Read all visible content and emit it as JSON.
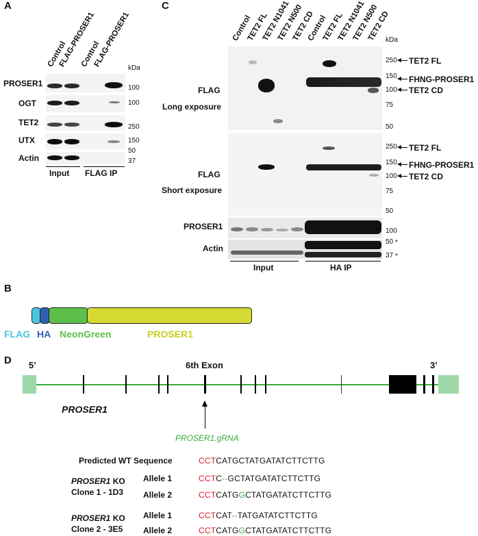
{
  "panelA": {
    "letter": "A",
    "lanes": [
      "Control",
      "FLAG-PROSER1",
      "Control",
      "FLAG-PROSER1"
    ],
    "kda": "kDa",
    "rows": [
      {
        "label": "PROSER1",
        "marker": "100"
      },
      {
        "label": "OGT",
        "marker": "100"
      },
      {
        "label": "TET2",
        "marker": "250"
      },
      {
        "label": "UTX",
        "marker": "150"
      },
      {
        "label": "Actin",
        "marker": "37"
      }
    ],
    "extra_marker": "50",
    "groups": [
      "Input",
      "FLAG IP"
    ]
  },
  "panelC": {
    "letter": "C",
    "lanes": [
      "Control",
      "TET2 FL",
      "TET2 N1041",
      "TET2 N500",
      "TET2 CD",
      "Control",
      "TET2 FL",
      "TET2 N1041",
      "TET2 N500",
      "TET2 CD"
    ],
    "kda": "kDa",
    "long": {
      "label": "FLAG",
      "sublabel": "Long exposure",
      "markers": [
        "250",
        "150",
        "100",
        "75",
        "50"
      ]
    },
    "short": {
      "label": "FLAG",
      "sublabel": "Short exposure",
      "markers": [
        "250",
        "150",
        "100",
        "75",
        "50"
      ]
    },
    "annot": [
      "TET2 FL",
      "FHNG-PROSER1",
      "TET2 CD"
    ],
    "proser": {
      "label": "PROSER1",
      "marker": "100"
    },
    "actin": {
      "label": "Actin",
      "markers": [
        "50",
        "37"
      ],
      "star": "*"
    },
    "groups": [
      "Input",
      "HA IP"
    ]
  },
  "panelB": {
    "letter": "B",
    "domains": [
      "FLAG",
      "HA",
      "NeonGreen",
      "PROSER1"
    ],
    "colors": {
      "flag": "#4cc4dc",
      "ha": "#2f5fb0",
      "neongreen": "#5cbf4a",
      "proser1": "#d4da32"
    }
  },
  "panelD": {
    "letter": "D",
    "five": "5’",
    "three": "3’",
    "exon_label": "6th Exon",
    "gene": "PROSER1",
    "grna": "PROSER1.gRNA",
    "wt_label": "Predicted WT Sequence",
    "wt_seq": {
      "pam": "CCT",
      "rest": "CATGCTATGATATCTTCTTG"
    },
    "clones": [
      {
        "ko": "PROSER1",
        "ko_suffix": " KO",
        "name": "Clone 1 - 1D3",
        "alleles": [
          {
            "label": "Allele 1",
            "pam": "CCT",
            "pre": "C",
            "mut": "--",
            "post": "GCTATGATATCTTCTTG"
          },
          {
            "label": "Allele 2",
            "pam": "CCT",
            "pre": "CATG",
            "mut": "G",
            "post": "CTATGATATCTTCTTG"
          }
        ]
      },
      {
        "ko": "PROSER1",
        "ko_suffix": " KO",
        "name": "Clone 2 - 3E5",
        "alleles": [
          {
            "label": "Allele 1",
            "pam": "CCT",
            "pre": "CAT",
            "mut": "--",
            "post": "TATGATATCTTCTTG"
          },
          {
            "label": "Allele 2",
            "pam": "CCT",
            "pre": "CATG",
            "mut": "G",
            "post": "CTATGATATCTTCTTG"
          }
        ]
      }
    ]
  }
}
